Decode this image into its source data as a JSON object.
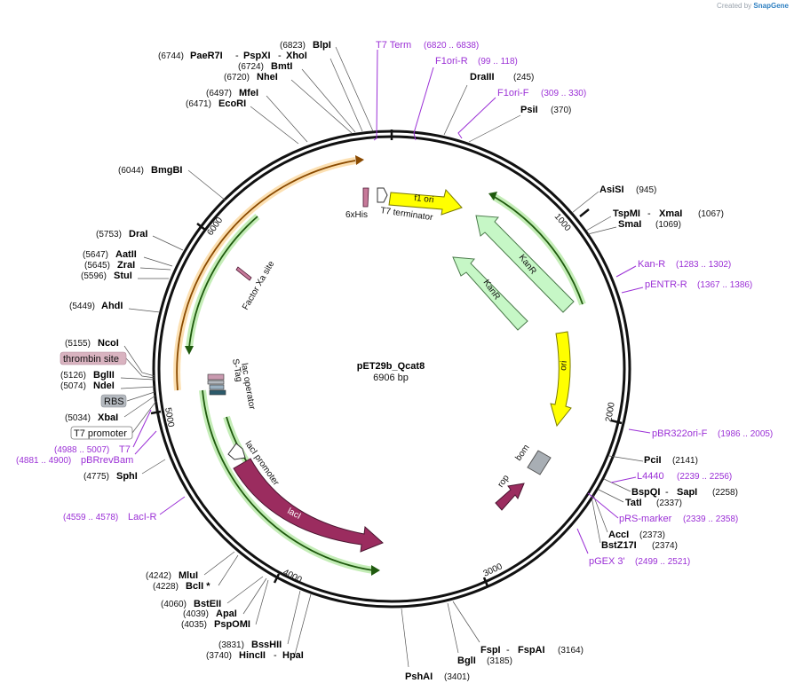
{
  "credit": {
    "prefix": "Created by",
    "brand": "SnapGene"
  },
  "plasmid": {
    "name": "pET29b_Qcat8",
    "length_label": "6906 bp",
    "length": 6906
  },
  "ticks": [
    {
      "pos": 1000,
      "label": "1000"
    },
    {
      "pos": 2000,
      "label": "2000"
    },
    {
      "pos": 3000,
      "label": "3000"
    },
    {
      "pos": 4000,
      "label": "4000"
    },
    {
      "pos": 5000,
      "label": "5000"
    },
    {
      "pos": 6000,
      "label": "6000"
    }
  ],
  "colors": {
    "outer_ring": "#111111",
    "primer": "#9b30d6",
    "f1ori": "#ffff00",
    "ori": "#ffff00",
    "kanr": "#c6f7c6",
    "laci": "#9b2c5f",
    "rop": "#9b2c5f",
    "bom": "#a8aeb4",
    "orf_orange": "#f5a623",
    "orf_green": "#2e7d1a"
  },
  "sites": [
    {
      "name": "BlpI",
      "pos": "(6823)"
    },
    {
      "name": "PaeR7I",
      "sep1": " - ",
      "name2": "PspXI",
      "sep2": " - ",
      "name3": "XhoI",
      "pos": "(6744)"
    },
    {
      "name": "BmtI",
      "pos": "(6724)"
    },
    {
      "name": "NheI",
      "pos": "(6720)"
    },
    {
      "name": "MfeI",
      "pos": "(6497)"
    },
    {
      "name": "EcoRI",
      "pos": "(6471)"
    },
    {
      "name": "BmgBI",
      "pos": "(6044)"
    },
    {
      "name": "DraI",
      "pos": "(5753)"
    },
    {
      "name": "AatII",
      "pos": "(5647)"
    },
    {
      "name": "ZraI",
      "pos": "(5645)"
    },
    {
      "name": "StuI",
      "pos": "(5596)"
    },
    {
      "name": "AhdI",
      "pos": "(5449)"
    },
    {
      "name": "NcoI",
      "pos": "(5155)"
    },
    {
      "name": "BglII",
      "pos": "(5126)"
    },
    {
      "name": "NdeI",
      "pos": "(5074)"
    },
    {
      "name": "XbaI",
      "pos": "(5034)"
    },
    {
      "name": "SphI",
      "pos": "(4775)"
    },
    {
      "name": "MluI",
      "pos": "(4242)"
    },
    {
      "name": "BclI *",
      "pos": "(4228)"
    },
    {
      "name": "BstEII",
      "pos": "(4060)"
    },
    {
      "name": "ApaI",
      "pos": "(4039)"
    },
    {
      "name": "PspOMI",
      "pos": "(4035)"
    },
    {
      "name": "BssHII",
      "pos": "(3831)"
    },
    {
      "name": "HincII",
      "sep1": " - ",
      "name2": "HpaI",
      "pos": "(3740)"
    },
    {
      "name": "PshAI",
      "pos": "(3401)"
    },
    {
      "name": "BglI",
      "pos": "(3185)"
    },
    {
      "name": "FspI",
      "sep1": " - ",
      "name2": "FspAI",
      "pos": "(3164)"
    },
    {
      "name": "DraIII",
      "pos": "(245)"
    },
    {
      "name": "PsiI",
      "pos": "(370)"
    },
    {
      "name": "AsiSI",
      "pos": "(945)"
    },
    {
      "name": "TspMI",
      "sep1": " - ",
      "name2": "XmaI",
      "pos": "(1067)"
    },
    {
      "name": "SmaI",
      "pos": "(1069)"
    },
    {
      "name": "PciI",
      "pos": "(2141)"
    },
    {
      "name": "BspQI",
      "sep1": " - ",
      "name2": "SapI",
      "pos": "(2258)"
    },
    {
      "name": "TatI",
      "pos": "(2337)"
    },
    {
      "name": "AccI",
      "pos": "(2373)"
    },
    {
      "name": "BstZ17I",
      "pos": "(2374)"
    }
  ],
  "primers": [
    {
      "name": "T7 Term",
      "range": "(6820 .. 6838)"
    },
    {
      "name": "F1ori-R",
      "range": "(99 .. 118)"
    },
    {
      "name": "F1ori-F",
      "range": "(309 .. 330)"
    },
    {
      "name": "Kan-R",
      "range": "(1283 .. 1302)"
    },
    {
      "name": "pENTR-R",
      "range": "(1367 .. 1386)"
    },
    {
      "name": "pBR322ori-F",
      "range": "(1986 .. 2005)"
    },
    {
      "name": "L4440",
      "range": "(2239 .. 2256)"
    },
    {
      "name": "pRS-marker",
      "range": "(2339 .. 2358)"
    },
    {
      "name": "pGEX 3'",
      "range": "(2499 .. 2521)"
    },
    {
      "name": "LacI-R",
      "range": "(4559 .. 4578)"
    },
    {
      "name": "T7",
      "range": "(4988 .. 5007)"
    },
    {
      "name": "pBRrevBam",
      "range": "(4881 .. 4900)"
    }
  ],
  "boxed_labels": [
    {
      "name": "thrombin site",
      "fill": "#d9b3c0"
    },
    {
      "name": "RBS",
      "fill": "#b4b9bf"
    },
    {
      "name": "T7 promoter",
      "fill": "#ffffff"
    }
  ],
  "features": [
    {
      "name": "f1 ori"
    },
    {
      "name": "KanR"
    },
    {
      "name": "KanR"
    },
    {
      "name": "ori"
    },
    {
      "name": "bom"
    },
    {
      "name": "rop"
    },
    {
      "name": "lacI"
    },
    {
      "name": "lacI promoter"
    },
    {
      "name": "lac operator"
    },
    {
      "name": "S-Tag"
    },
    {
      "name": "Factor Xa site"
    },
    {
      "name": "6xHis"
    },
    {
      "name": "T7 terminator"
    }
  ]
}
